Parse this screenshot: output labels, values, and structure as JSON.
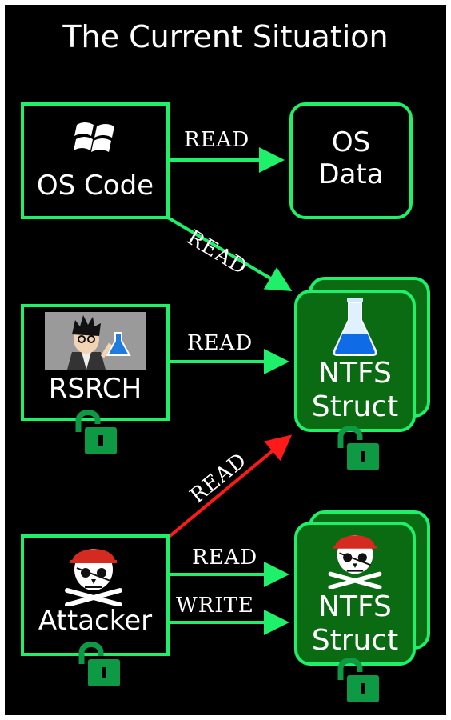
{
  "title": "The Current Situation",
  "nodes": {
    "os_code": "OS Code",
    "os_data_line1": "OS",
    "os_data_line2": "Data",
    "rsrch": "RSRCH",
    "ntfs1_line1": "NTFS",
    "ntfs1_line2": "Struct",
    "attacker": "Attacker",
    "ntfs2_line1": "NTFS",
    "ntfs2_line2": "Struct"
  },
  "edges": {
    "oscode_to_osdata": "READ",
    "oscode_to_ntfs1": "READ",
    "rsrch_to_ntfs1": "READ",
    "attacker_to_ntfs1": "READ",
    "attacker_read_ntfs2": "READ",
    "attacker_write_ntfs2": "WRITE"
  },
  "colors": {
    "background": "#000000",
    "border": "#1ef06a",
    "node_fill": "#0a6b12",
    "attack_edge": "#ff1a1a",
    "lock": "#0e9a45",
    "text": "#ffffff"
  },
  "icons": [
    "windows-logo-icon",
    "researcher-icon",
    "flask-icon",
    "pirate-skull-icon",
    "unlocked-padlock-icon"
  ]
}
